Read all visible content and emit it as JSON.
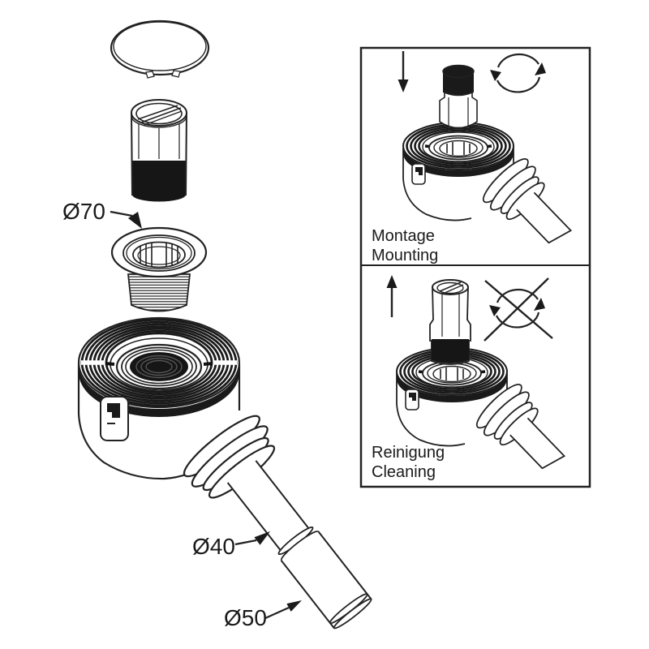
{
  "diagram": {
    "type": "exploded-assembly-technical-drawing",
    "subject": "shower drain trap with rotatable outlet",
    "labels": {
      "dia70": "Ø70",
      "dia40": "Ø40",
      "dia50": "Ø50"
    },
    "panels": {
      "mounting": {
        "line1": "Montage",
        "line2": "Mounting",
        "icons": [
          "down-arrow",
          "rotation-allowed"
        ]
      },
      "cleaning": {
        "line1": "Reinigung",
        "line2": "Cleaning",
        "icons": [
          "up-arrow",
          "rotation-not-allowed"
        ]
      }
    },
    "colors": {
      "line": "#222222",
      "dark_fill": "#161616",
      "background": "#ffffff"
    }
  }
}
